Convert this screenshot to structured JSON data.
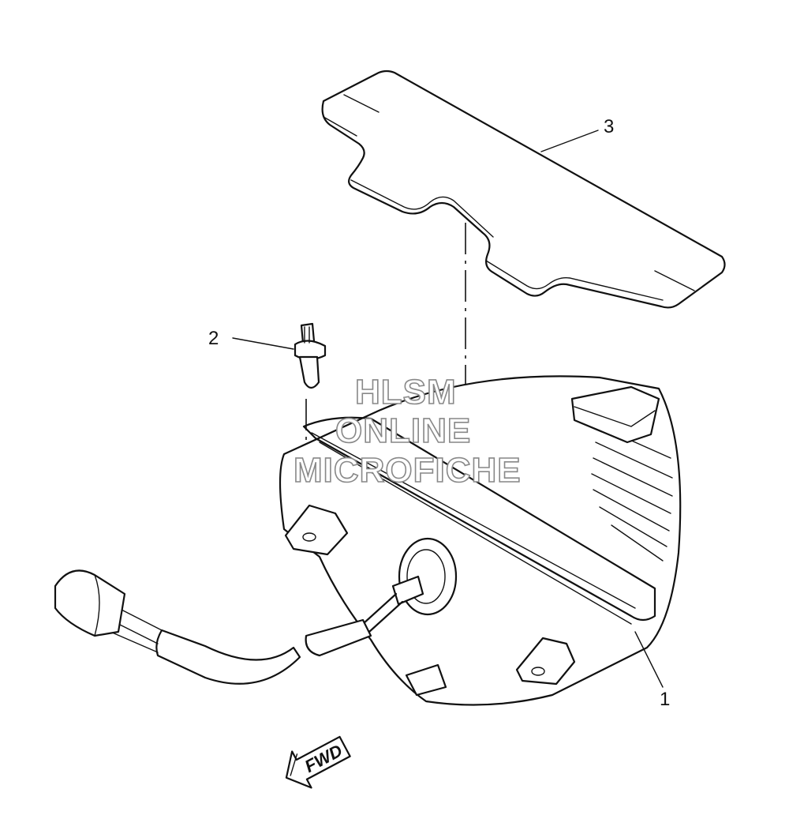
{
  "diagram": {
    "callouts": [
      {
        "id": "1",
        "label": "1"
      },
      {
        "id": "2",
        "label": "2"
      },
      {
        "id": "3",
        "label": "3"
      }
    ],
    "watermark": {
      "line1": "HLSM",
      "line2": "ONLINE",
      "line3": "MICROFICHE"
    },
    "direction_arrow": {
      "label": "FWD"
    },
    "colors": {
      "line": "#111111",
      "background": "#ffffff",
      "watermark_outline": "#888888"
    }
  }
}
